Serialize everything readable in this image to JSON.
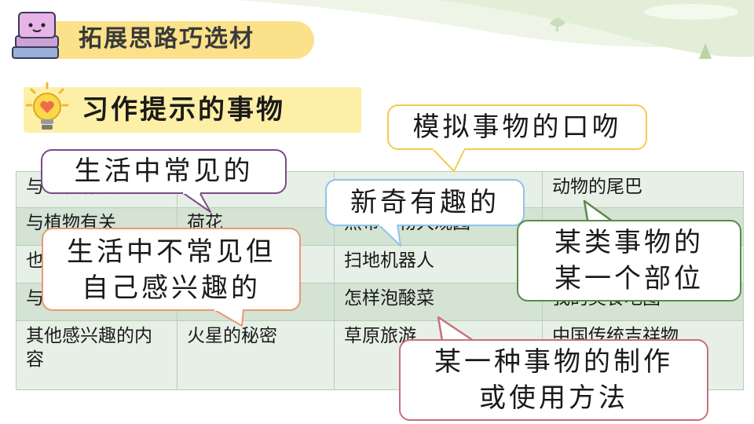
{
  "header": {
    "title": "拓展思路巧选材"
  },
  "section": {
    "title": "习作提示的事物"
  },
  "table": {
    "rows": [
      [
        "与动物有关",
        "",
        "",
        "动物的尾巴"
      ],
      [
        "与植物有关",
        "荷花",
        "热带植物大观园",
        ""
      ],
      [
        "也",
        "",
        "扫地机器人",
        ""
      ],
      [
        "与美食有关",
        "",
        "怎样泡酸菜",
        "我的美食地图"
      ],
      [
        "其他感兴趣的内容",
        "火星的秘密",
        "草原旅游",
        "中国传统吉祥物"
      ]
    ]
  },
  "bubbles": {
    "common": "生活中常见的",
    "uncommon_line1": "生活中不常见但",
    "uncommon_line2": "自己感兴趣的",
    "imitate": "模拟事物的口吻",
    "novel": "新奇有趣的",
    "part_line1": "某类事物的",
    "part_line2": "某一个部位",
    "method_line1": "某一种事物的制作",
    "method_line2": "或使用方法"
  },
  "colors": {
    "header_band": "#fbe18a",
    "section_band": "#fdf0a6",
    "bubble_purple": "#7a4a88",
    "bubble_orange": "#e89a72",
    "bubble_yellow": "#f2cc52",
    "bubble_blue": "#8ec3ea",
    "bubble_green": "#5a8a4a",
    "bubble_pink": "#c9707c"
  }
}
